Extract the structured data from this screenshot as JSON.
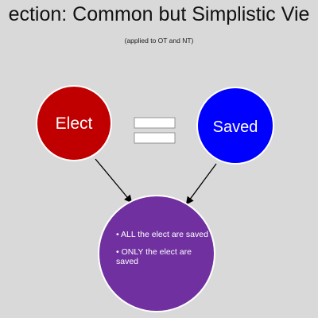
{
  "slide": {
    "title": "ection: Common but Simplistic Vie",
    "subtitle": "(applied to OT and NT)"
  },
  "diagram": {
    "nodes": {
      "elect": {
        "label": "Elect",
        "color": "#c00000"
      },
      "saved": {
        "label": "Saved",
        "color": "#0000ff"
      },
      "result": {
        "color": "#7030a0",
        "bullets": [
          "ALL the elect are saved",
          "ONLY the elect are saved"
        ]
      }
    },
    "equals_color": "#ffffff",
    "arrow_color": "#000000"
  },
  "colors": {
    "background": "#d9d9d9",
    "circle_border": "#ffffff"
  }
}
